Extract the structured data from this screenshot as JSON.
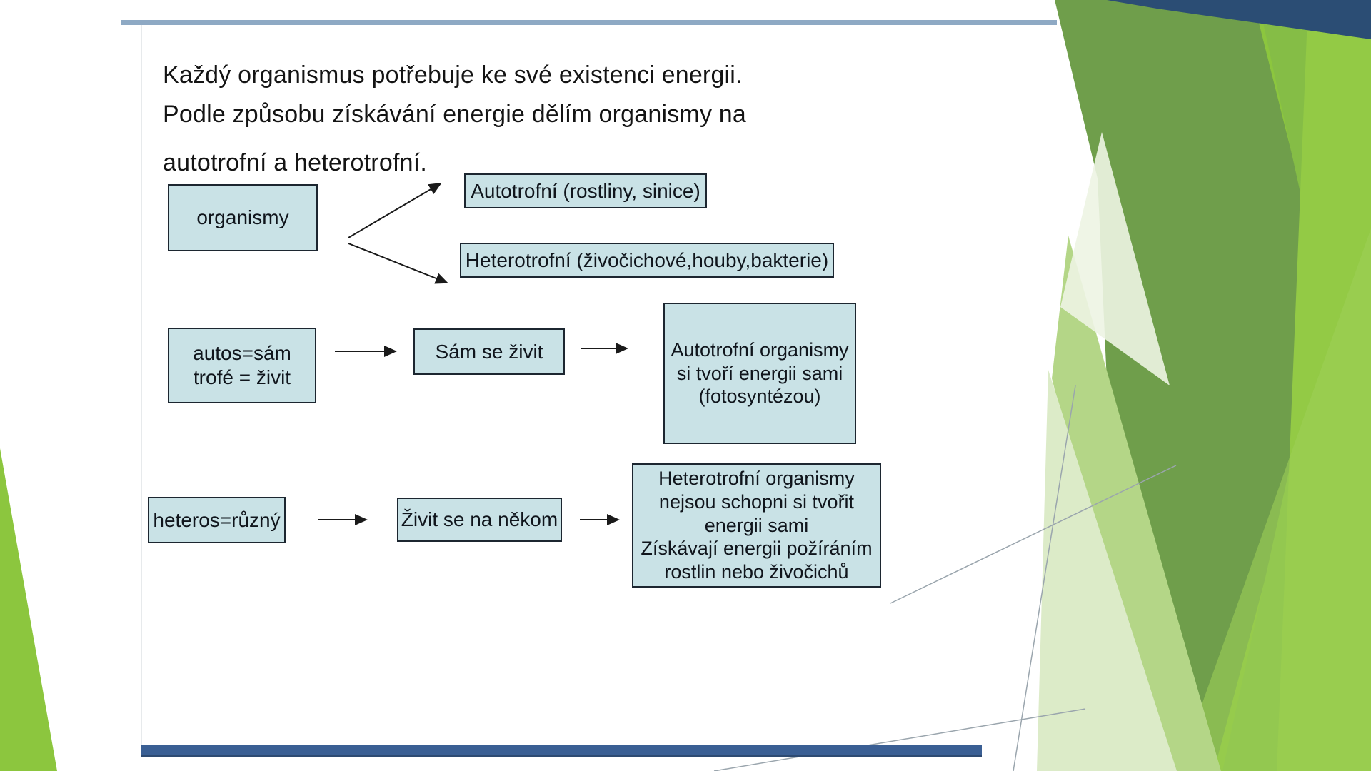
{
  "slide": {
    "intro": {
      "line1": "Každý organismus potřebuje ke své existenci energii.",
      "line2": "Podle způsobu získávání energie dělím organismy na",
      "line3": "autotrofní a heterotrofní."
    },
    "diagram": {
      "organismy": "organismy",
      "autotrofni": "Autotrofní (rostliny, sinice)",
      "heterotrofni": "Heterotrofní (živočichové,houby,bakterie)",
      "autos": [
        "autos=sám",
        "trofé = živit"
      ],
      "sam_se_zivit": "Sám se živit",
      "autotrofni_detail": [
        "Autotrofní organismy",
        "si tvoří energii sami",
        "(fotosyntézou)"
      ],
      "heteros": "heteros=různý",
      "zivit_se_na_nekom": "Živit se na někom",
      "heterotrofni_detail": [
        "Heterotrofní organismy",
        "nejsou schopni si tvořit",
        "energii sami",
        "Získávají energii požíráním",
        "rostlin nebo živočichů"
      ]
    },
    "colors": {
      "box_fill": "#c9e2e6",
      "box_border": "#1c2630",
      "top_line": "#8ea9c4",
      "bottom_bar": "#3a5f94",
      "arrow": "#1a1a1a",
      "green_bright": "#8cc63e",
      "green_olive": "#6f9e4b",
      "green_medium": "#85bd46",
      "green_medium2": "#93ca45",
      "green_soft": "#9ccf57",
      "green_light": "#b4d687",
      "green_pale": "#dcebc8",
      "green_very_pale": "#edf4e3",
      "navy_accent": "#2b4d74",
      "line_gray": "#9aa5ad"
    }
  }
}
